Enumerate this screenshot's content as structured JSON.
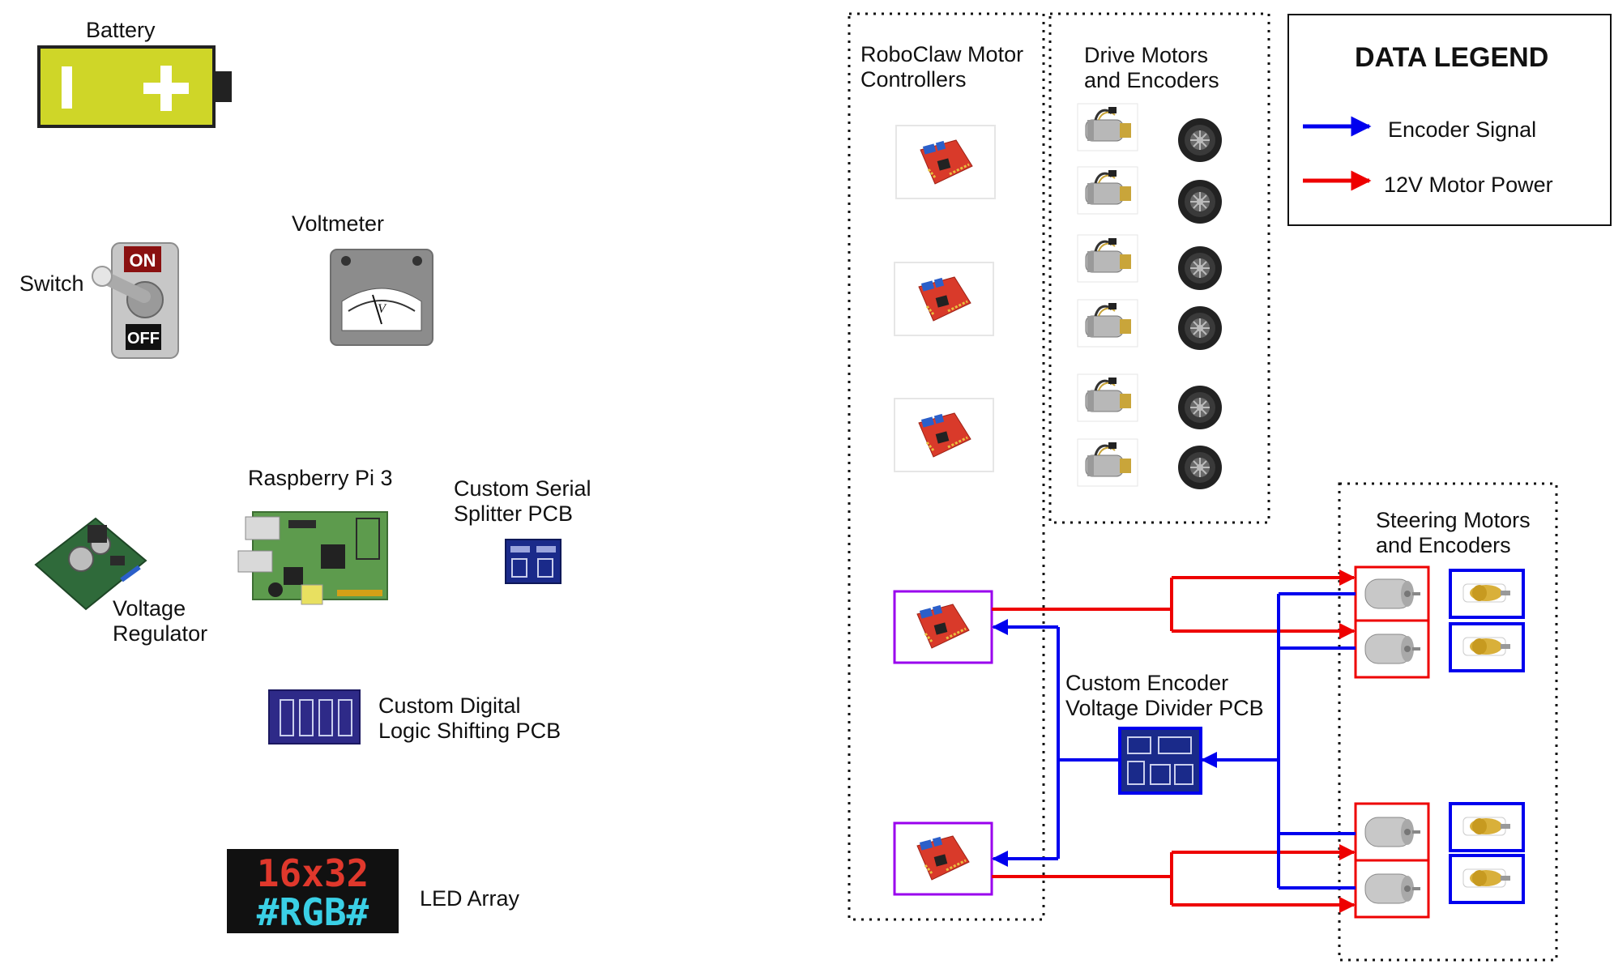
{
  "labels": {
    "battery": "Battery",
    "switch": "Switch",
    "voltmeter": "Voltmeter",
    "raspberry_pi": "Raspberry Pi 3",
    "serial_splitter_1": "Custom Serial",
    "serial_splitter_2": "Splitter PCB",
    "voltage_regulator_1": "Voltage",
    "voltage_regulator_2": "Regulator",
    "logic_shifting_1": "Custom Digital",
    "logic_shifting_2": "Logic Shifting PCB",
    "led_array": "LED Array",
    "led_text_line1": "16x32",
    "led_text_line2": "#RGB#",
    "switch_on": "ON",
    "switch_off": "OFF",
    "voltmeter_unit": "V",
    "roboclaw_1": "RoboClaw Motor",
    "roboclaw_2": "Controllers",
    "drive_motors_1": "Drive Motors",
    "drive_motors_2": "and Encoders",
    "steering_motors_1": "Steering Motors",
    "steering_motors_2": "and Encoders",
    "encoder_pcb_1": "Custom Encoder",
    "encoder_pcb_2": "Voltage Divider PCB"
  },
  "legend": {
    "title": "DATA LEGEND",
    "items": [
      {
        "label": "Encoder Signal",
        "color": "#0000ee"
      },
      {
        "label": "12V Motor Power",
        "color": "#ee0000"
      }
    ]
  },
  "colors": {
    "encoder_signal": "#0000ee",
    "motor_power": "#ee0000",
    "controller_highlight": "#9900ee",
    "pcb_blue": "#1a2a8a",
    "controller_red": "#d93a2a",
    "battery_yellow": "#cfd628"
  }
}
